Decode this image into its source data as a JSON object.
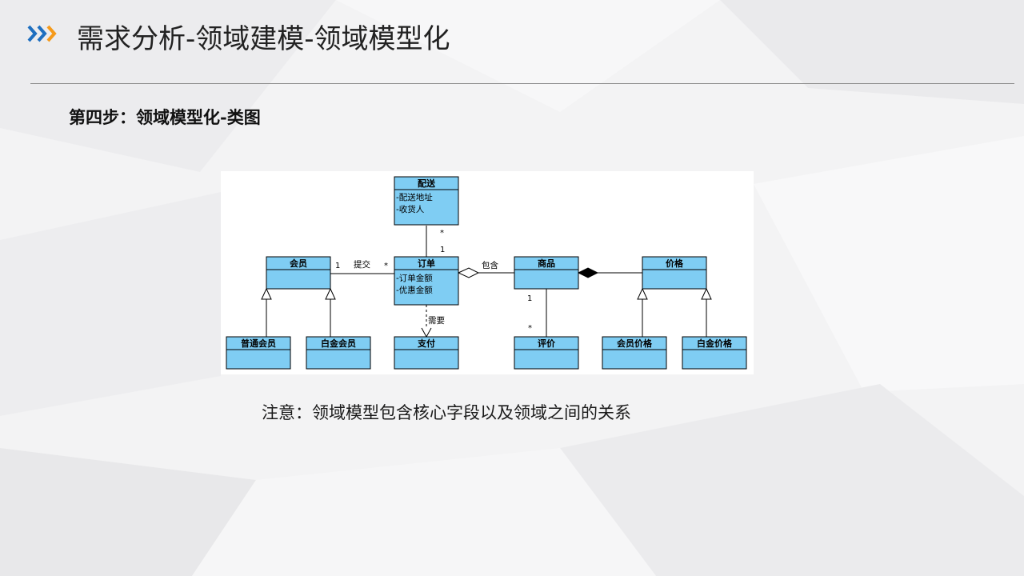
{
  "slide": {
    "title": "需求分析-领域建模-领域模型化",
    "subtitle": "第四步：领域模型化-类图",
    "note": "注意：领域模型包含核心字段以及领域之间的关系",
    "logo_icon": "double-chevron-icon",
    "colors": {
      "logo_blue": "#1e6fc0",
      "logo_orange": "#f59a1b",
      "class_fill": "#7fcdf3",
      "class_border": "#000000"
    }
  },
  "diagram": {
    "classes": {
      "delivery": {
        "name": "配送",
        "attrs": [
          "-配送地址",
          "-收货人"
        ]
      },
      "member": {
        "name": "会员",
        "attrs": []
      },
      "order": {
        "name": "订单",
        "attrs": [
          "-订单金额",
          "-优惠金额"
        ]
      },
      "product": {
        "name": "商品",
        "attrs": []
      },
      "price": {
        "name": "价格",
        "attrs": []
      },
      "regular_member": {
        "name": "普通会员",
        "attrs": []
      },
      "platinum_member": {
        "name": "白金会员",
        "attrs": []
      },
      "payment": {
        "name": "支付",
        "attrs": []
      },
      "review": {
        "name": "评价",
        "attrs": []
      },
      "member_price": {
        "name": "会员价格",
        "attrs": []
      },
      "platinum_price": {
        "name": "白金价格",
        "attrs": []
      }
    },
    "relations": {
      "submit": {
        "label": "提交",
        "source_mult": "1",
        "target_mult": "*"
      },
      "delivery_order": {
        "source_mult": "*",
        "target_mult": "1"
      },
      "contains": {
        "label": "包含"
      },
      "needs": {
        "label": "需要"
      },
      "product_review": {
        "source_mult": "1",
        "target_mult": "*"
      }
    }
  }
}
